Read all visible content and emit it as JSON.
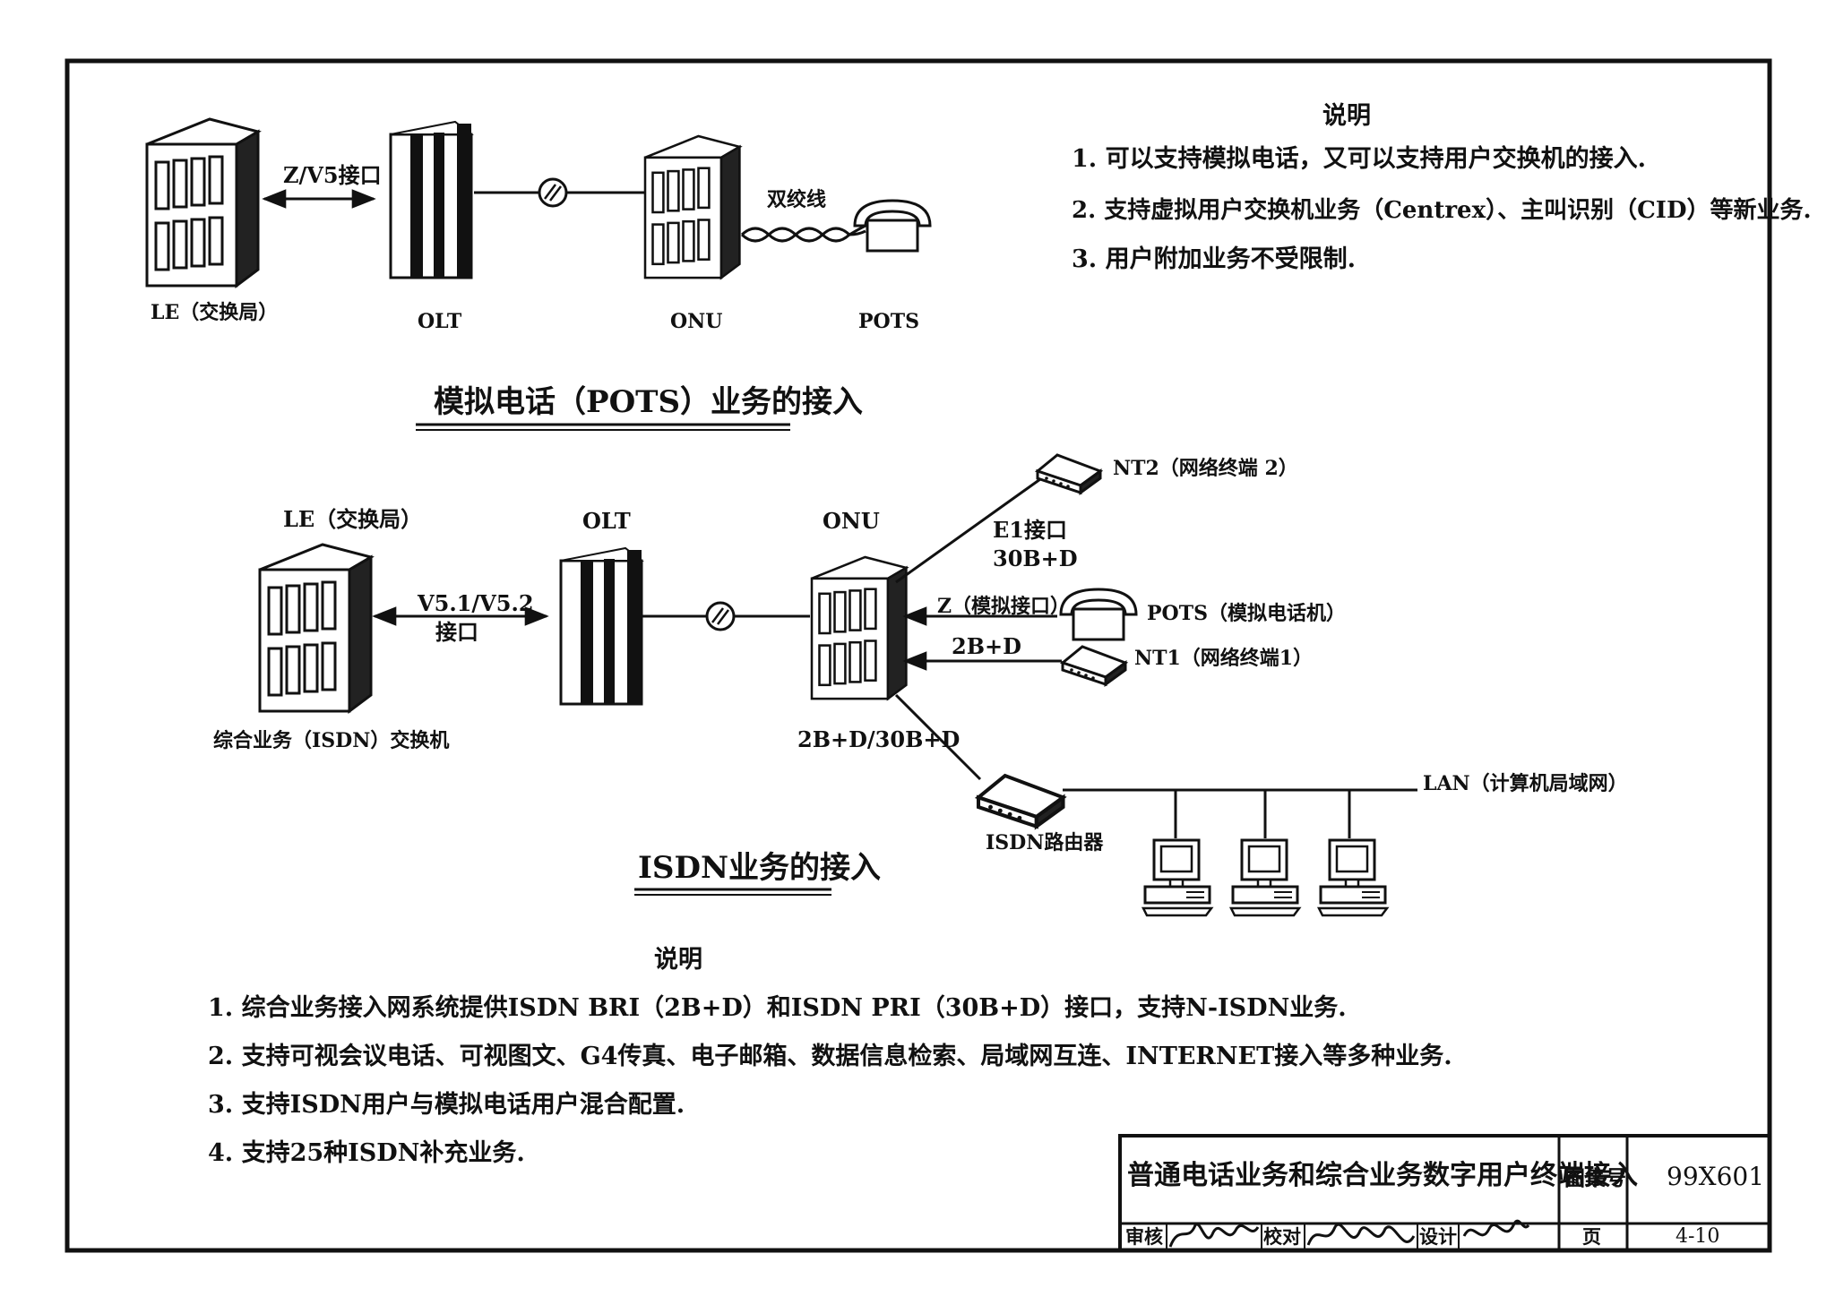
{
  "pots_section": {
    "le_label": "LE（交换局）",
    "olt_label": "OLT",
    "onu_label": "ONU",
    "pots_label": "POTS",
    "interface_label": "Z/V5接口",
    "twisted_pair_label": "双绞线",
    "title": "模拟电话（POTS）业务的接入",
    "notes_heading": "说明",
    "notes": [
      "1. 可以支持模拟电话，又可以支持用户交换机的接入.",
      "2. 支持虚拟用户交换机业务（Centrex）、主叫识别（CID）等新业务.",
      "3. 用户附加业务不受限制."
    ]
  },
  "isdn_section": {
    "le_label": "LE（交换局）",
    "isdn_switch_label": "综合业务（ISDN）交换机",
    "olt_label": "OLT",
    "onu_label": "ONU",
    "v5_label_line1": "V5.1/V5.2",
    "v5_label_line2": "接口",
    "e1_label_line1": "E1接口",
    "e1_label_line2": "30B+D",
    "nt2_label": "NT2（网络终端 2）",
    "z_label": "Z（模拟接口）",
    "pots_label": "POTS（模拟电话机）",
    "bd_label": "2B+D",
    "nt1_label": "NT1（网络终端1）",
    "onu_bottom_label": "2B+D/30B+D",
    "router_label": "ISDN路由器",
    "lan_label": "LAN（计算机局域网）",
    "title": "ISDN业务的接入",
    "notes_heading": "说明",
    "notes": [
      "1. 综合业务接入网系统提供ISDN BRI（2B+D）和ISDN PRI（30B+D）接口，支持N-ISDN业务.",
      "2. 支持可视会议电话、可视图文、G4传真、电子邮箱、数据信息检索、局域网互连、INTERNET接入等多种业务.",
      "3. 支持ISDN用户与模拟电话用户混合配置.",
      "4. 支持25种ISDN补充业务."
    ]
  },
  "title_block": {
    "drawing_title": "普通电话业务和综合业务数字用户终端接入",
    "atlas_no_label": "图集号",
    "atlas_no": "99X601",
    "review_label": "审核",
    "check_label": "校对",
    "design_label": "设计",
    "page_label": "页",
    "page_no": "4-10"
  },
  "colors": {
    "ink": "#111111",
    "paper": "#ffffff"
  }
}
